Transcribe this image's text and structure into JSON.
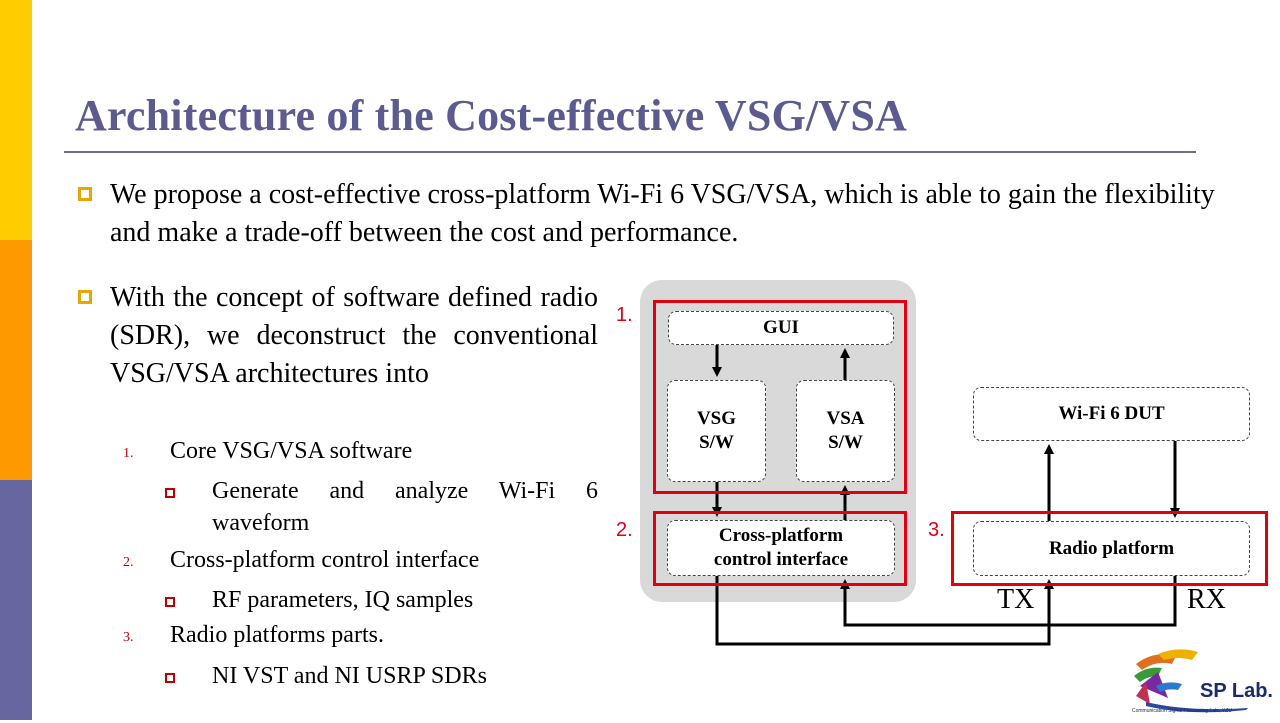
{
  "slide": {
    "title": "Architecture of the Cost-effective VSG/VSA",
    "bullets": [
      "We propose a cost-effective cross-platform Wi-Fi 6 VSG/VSA, which is able to gain the flexibility and make a trade-off between the cost and performance.",
      "With the concept of software defined radio (SDR), we deconstruct the conventional VSG/VSA architectures into"
    ],
    "list": [
      {
        "num": "1.",
        "label": "Core VSG/VSA software",
        "sub": "Generate and analyze Wi-Fi 6 waveform"
      },
      {
        "num": "2.",
        "label": "Cross-platform control interface",
        "sub": "RF parameters, IQ samples"
      },
      {
        "num": "3.",
        "label": "Radio platforms parts.",
        "sub": "NI VST and NI USRP SDRs"
      }
    ]
  },
  "diagram": {
    "gui": "GUI",
    "vsg_line1": "VSG",
    "vsg_line2": "S/W",
    "vsa_line1": "VSA",
    "vsa_line2": "S/W",
    "cross_line1": "Cross-platform",
    "cross_line2": "control interface",
    "dut": "Wi-Fi 6 DUT",
    "radio": "Radio platform",
    "tx": "TX",
    "rx": "RX",
    "label1": "1.",
    "label2": "2.",
    "label3": "3.",
    "highlight_color": "#e0000f"
  },
  "logo": {
    "text": "SP Lab.",
    "subtext": "Communication Signal Processing Lab., YZU"
  },
  "colors": {
    "title": "#5b5b8f",
    "sidebar": [
      "#ffcc00",
      "#ff9900",
      "#6666a0"
    ],
    "bullet": "#e6a800",
    "list_accent": "#c00000"
  }
}
